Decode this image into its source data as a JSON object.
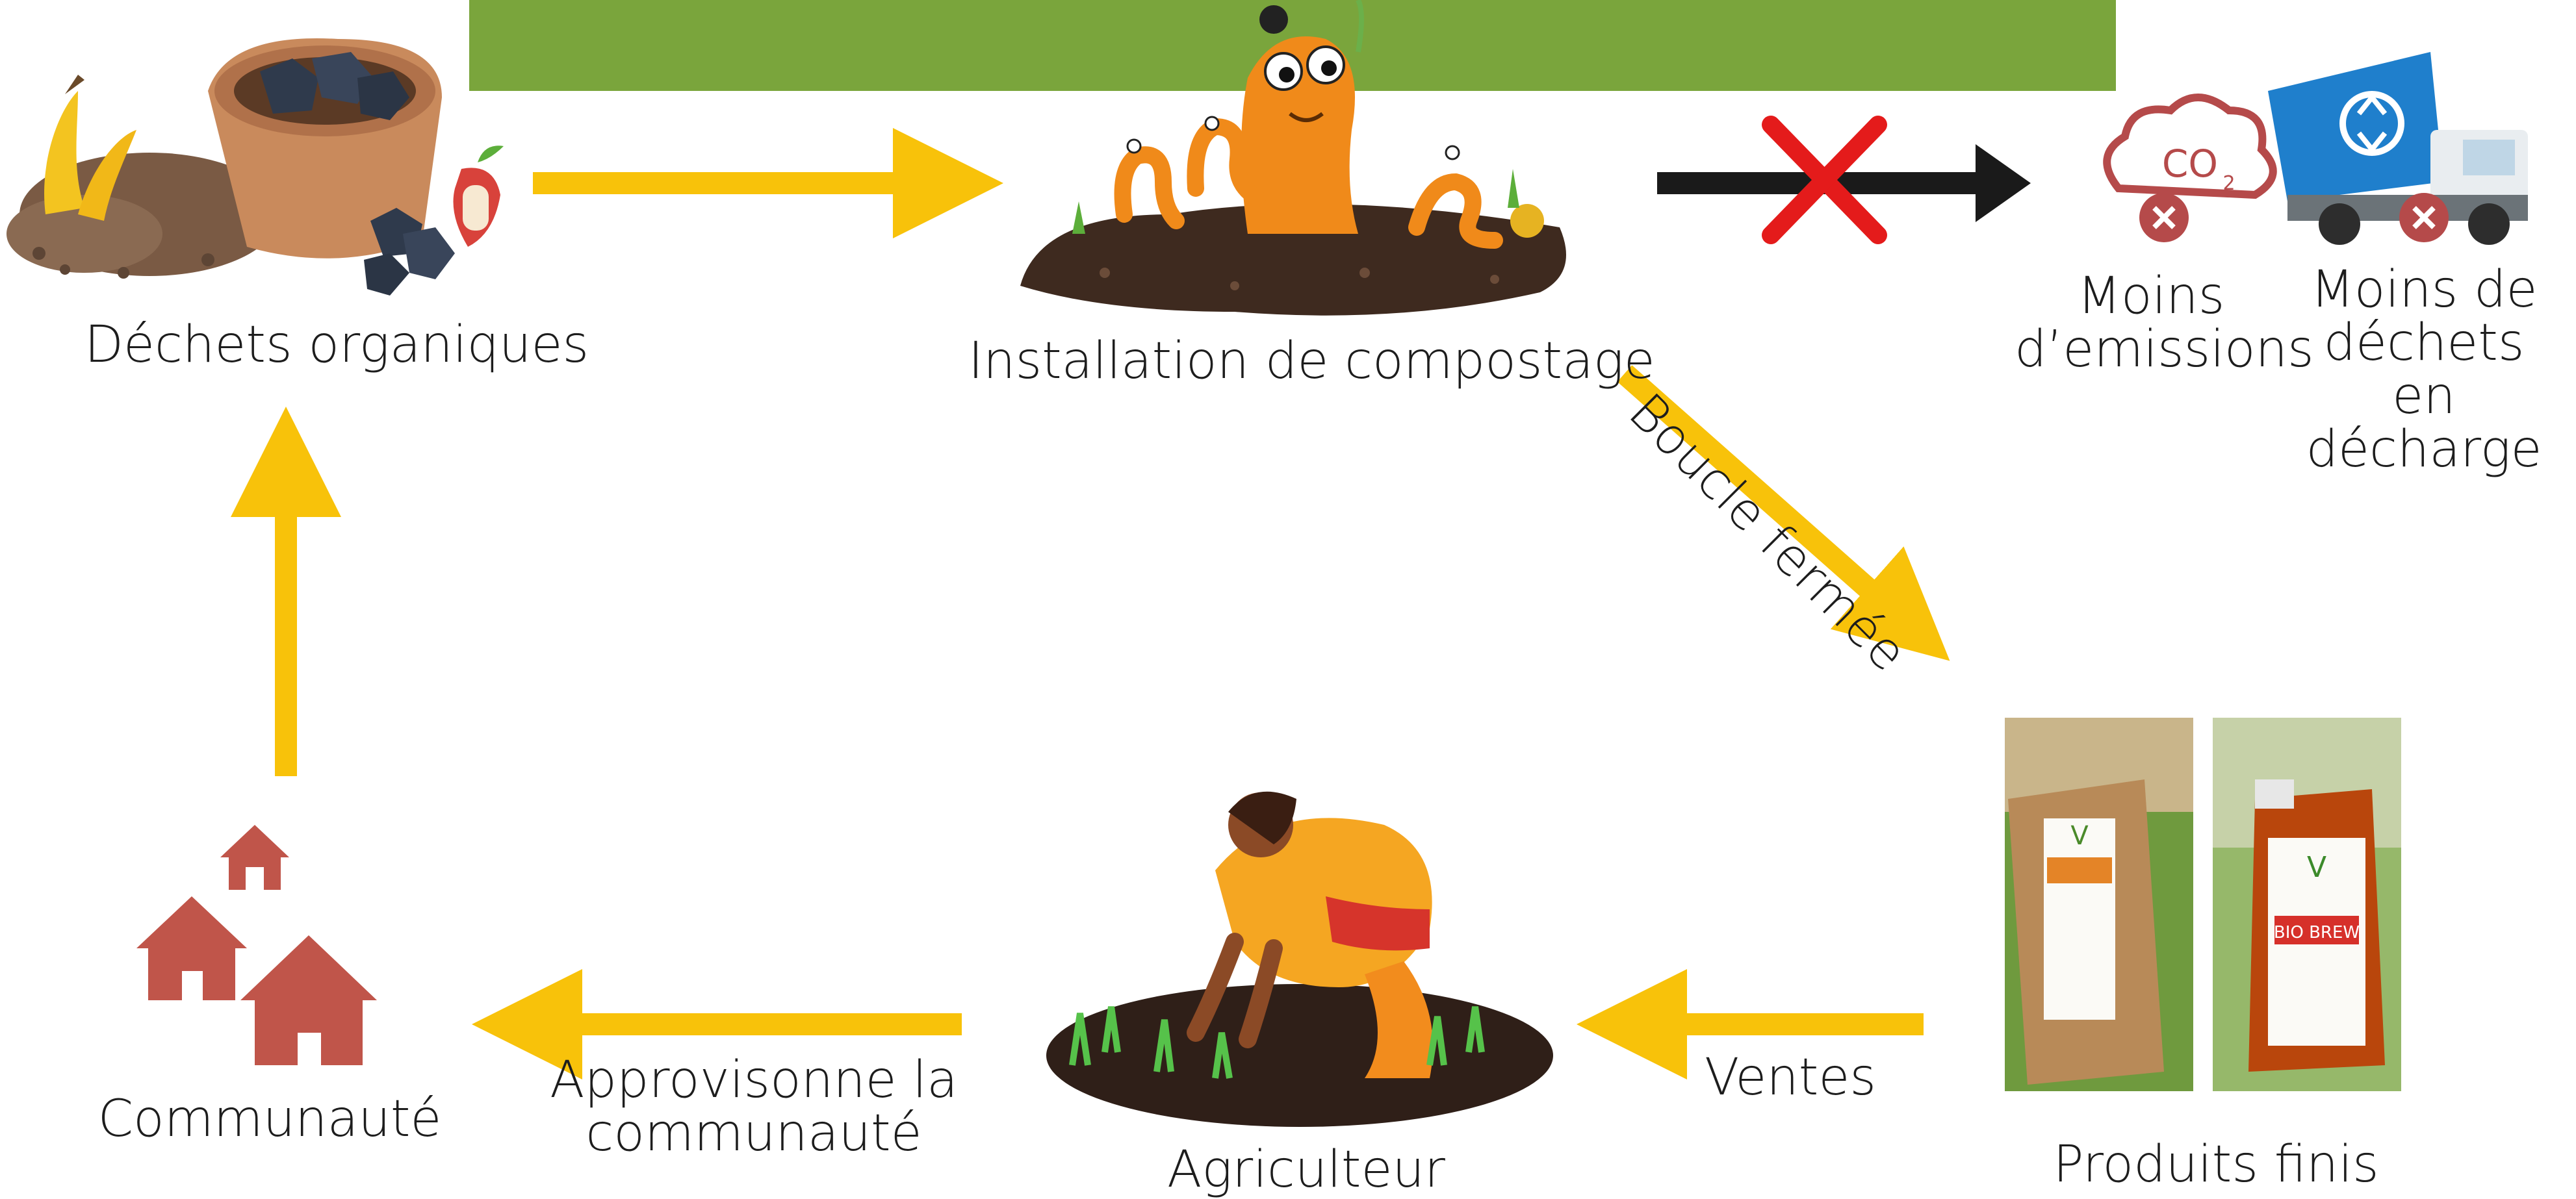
{
  "colors": {
    "banner": "#7aa53c",
    "arrow": "#f8c20a",
    "arrow_blocked": "#1a1a1a",
    "cross": "#e41b1b",
    "house": "#c0554a",
    "icon_badge": "#b54a4a"
  },
  "nodes": {
    "waste": {
      "label": "Déchets organiques",
      "icon": "organic-waste-icon"
    },
    "compost": {
      "label": "Installation de compostage",
      "icon": "compost-worms-icon"
    },
    "products": {
      "label": "Produits finis",
      "icon": "finished-products-photo"
    },
    "farmer": {
      "label": "Agriculteur",
      "icon": "farmer-icon"
    },
    "community": {
      "label": "Communauté",
      "icon": "houses-icon"
    }
  },
  "benefits": {
    "emissions": {
      "line1": "Moins",
      "line2": "d’emissions",
      "icon": "co2-icon"
    },
    "landfill": {
      "line1": "Moins de",
      "line2": "déchets en",
      "line3": "décharge",
      "icon": "garbage-truck-icon"
    }
  },
  "edges": {
    "loop": "Boucle fermée",
    "sales": "Ventes",
    "supply_line1": "Approvisonne la",
    "supply_line2": "communauté"
  },
  "product_labels": {
    "bag_brand": "V",
    "bottle_brand": "V",
    "bottle_name": "BIO BREW"
  }
}
